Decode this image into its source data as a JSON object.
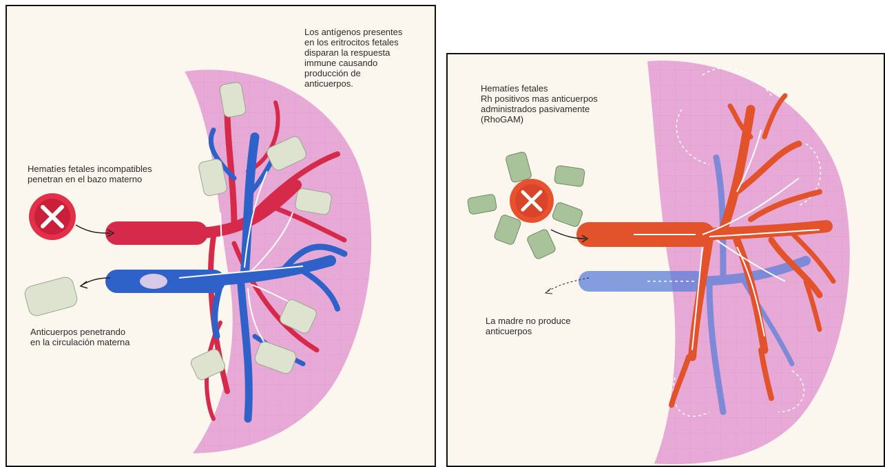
{
  "left_panel": {
    "caption_top_right": "Los antígenos presentes\nen los eritrocitos fetales\ndisparan la respuesta\nimmune causando\nproducción de\nanticuerpos.",
    "caption_left_top": "Hematíes fetales incompatibles\npenetran en el bazo materno",
    "caption_left_bottom": "Anticuerpos penetrando\nen la circulación materna"
  },
  "right_panel": {
    "caption_top": "Hematíes fetales\nRh positivos mas anticuerpos\nadministrados pasivamente\n(RhoGAM)",
    "caption_bottom": "La madre no produce\nanticuerpos"
  },
  "colors": {
    "spleen": "#e7a9d6",
    "artery": "#d62a4a",
    "artery_orange": "#e2532c",
    "vein": "#2f62c9",
    "antibody": "#dde3cf",
    "antibody_green": "#a8c29a",
    "rbc": "#e23048"
  },
  "icons": [
    "rbc-icon",
    "antibody-icon",
    "arrow-icon"
  ]
}
